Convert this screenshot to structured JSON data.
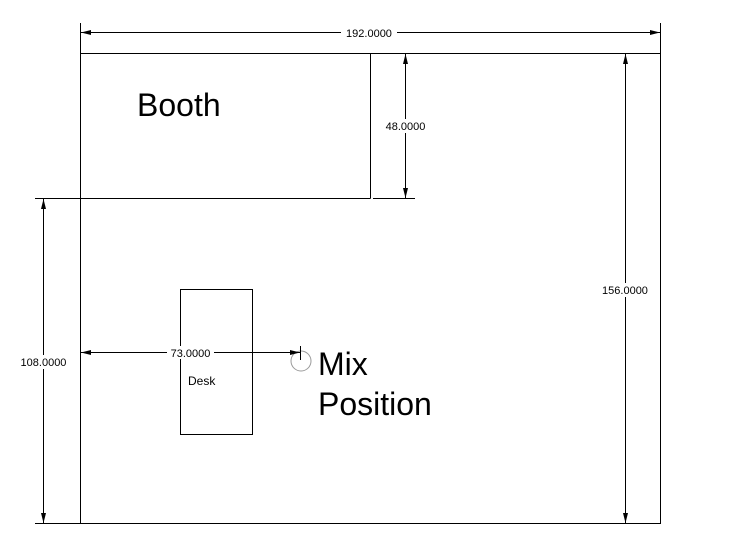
{
  "dimensions": {
    "top_width": "192.0000",
    "booth_height": "48.0000",
    "right_height": "156.0000",
    "left_height": "108.0000",
    "desk_to_mix": "73.0000"
  },
  "labels": {
    "booth": "Booth",
    "desk": "Desk",
    "mix_line1": "Mix",
    "mix_line2": "Position"
  }
}
